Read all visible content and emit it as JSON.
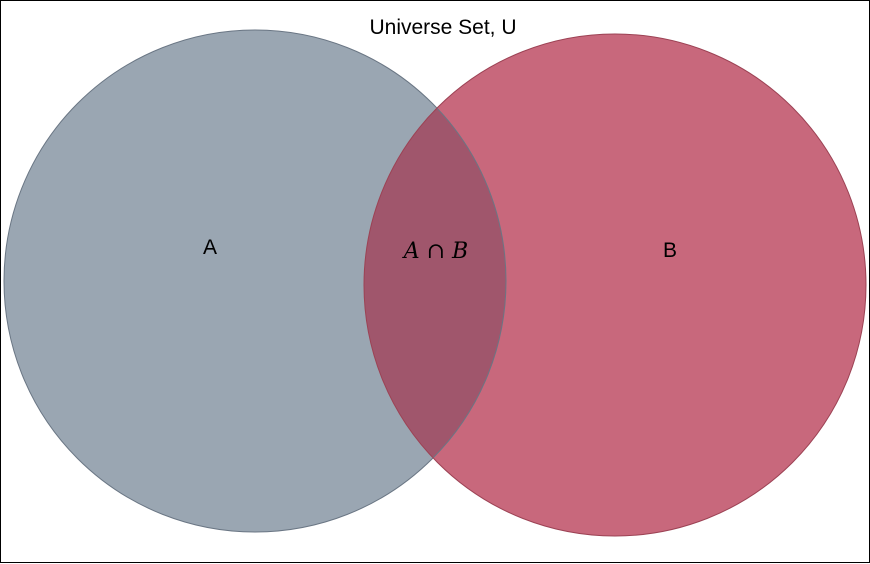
{
  "title": "Universe Set, U",
  "sets": {
    "a": {
      "label": "A",
      "fill": "#9aa6b2",
      "stroke": "#6a7684"
    },
    "b": {
      "label": "B",
      "fill": "#c8687c",
      "stroke": "#9c4254"
    }
  },
  "intersection": {
    "label": "A ∩ B",
    "fill": "#a0566c"
  },
  "frame": {
    "stroke": "#000000",
    "background": "#ffffff"
  }
}
